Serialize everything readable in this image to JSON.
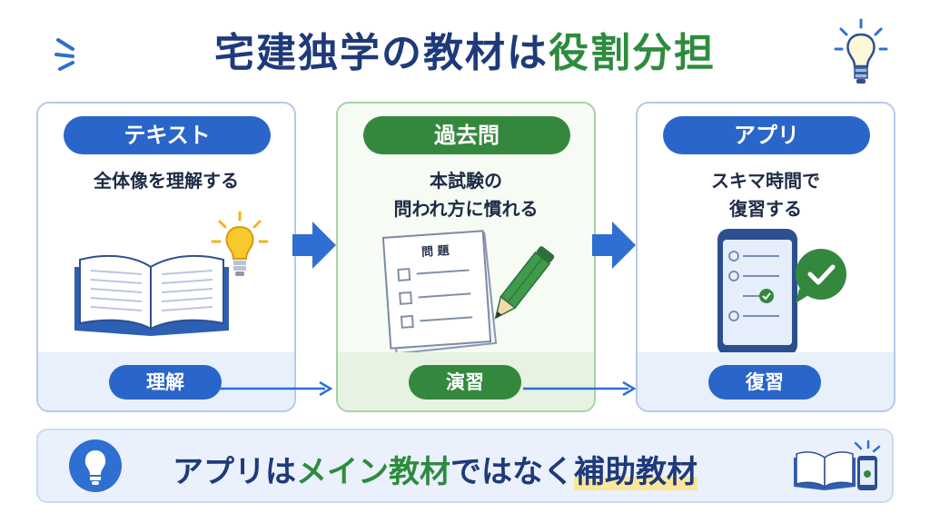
{
  "title": {
    "part1": "宅建独学の教材は",
    "part2": "役割分担"
  },
  "cards": [
    {
      "label": "テキスト",
      "desc": "全体像を理解する",
      "stage": "理解",
      "illustration": "open-book-icon"
    },
    {
      "label": "過去問",
      "desc": "本試験の\n問われ方に慣れる",
      "stage": "演習",
      "illustration": "test-paper-icon",
      "paper_label": "問 題"
    },
    {
      "label": "アプリ",
      "desc": "スキマ時間で\n復習する",
      "stage": "復習",
      "illustration": "smartphone-icon"
    }
  ],
  "bottom": {
    "part1": "アプリは",
    "part2": "メイン教材",
    "part3": "ではなく",
    "part4": "補助教材"
  },
  "colors": {
    "navy": "#1f3a7a",
    "blue": "#2a66c9",
    "green": "#34883e",
    "panel": "#eaf1fc",
    "highlight": "#fbe79a"
  }
}
